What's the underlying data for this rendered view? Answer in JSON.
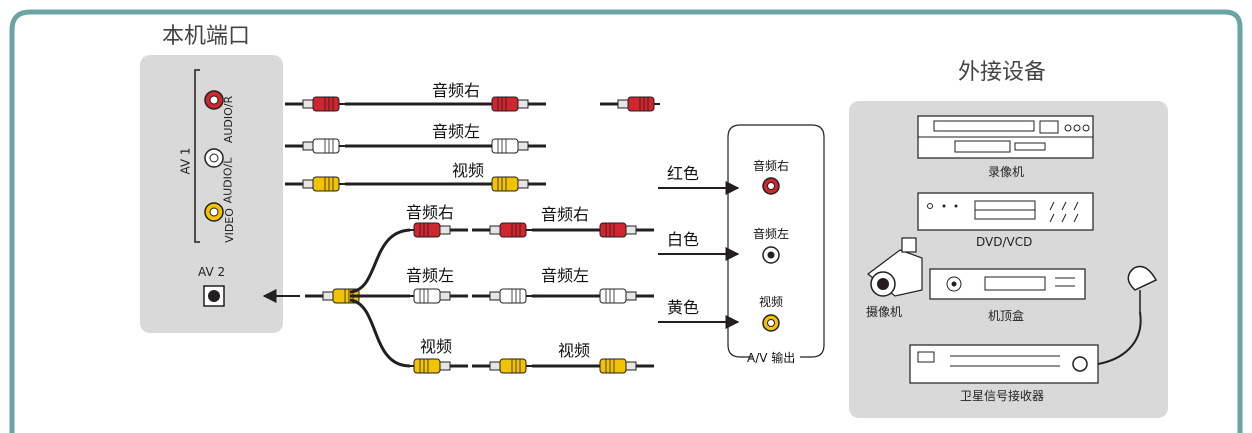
{
  "left_panel": {
    "title": "本机端口",
    "av1_label": "AV 1",
    "audio_r": "AUDIO/R",
    "audio_l": "AUDIO/L",
    "video": "VIDEO",
    "av2_label": "AV 2"
  },
  "cables": {
    "audio_right": "音频右",
    "audio_left": "音频左",
    "video": "视频"
  },
  "colors_labels": {
    "red": "红色",
    "white": "白色",
    "yellow": "黄色"
  },
  "av_output": {
    "right": "音频右",
    "left": "音频左",
    "video": "视频",
    "caption": "A/V 输出"
  },
  "right_panel": {
    "title": "外接设备",
    "vcr": "录像机",
    "dvd": "DVD/VCD",
    "camcorder": "摄像机",
    "settop": "机顶盒",
    "satellite": "卫星信号接收器"
  },
  "colors": {
    "frame": "#6aa5a3",
    "panel": "#d9d9da",
    "red_plug": "#d0262f",
    "yellow_plug": "#f2c300",
    "white_plug": "#ffffff"
  }
}
